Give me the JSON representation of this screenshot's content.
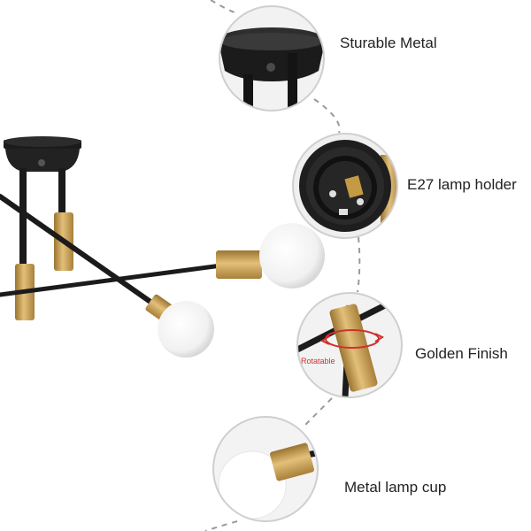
{
  "labels": {
    "sturable_metal": "Sturable Metal",
    "lamp_holder": "E27 lamp holder",
    "golden_finish": "Golden Finish",
    "lamp_cup": "Metal lamp cup"
  },
  "rotatable_tag": "Rotatable",
  "colors": {
    "brass": "#c49a45",
    "black": "#1b1b1b",
    "ring_border": "#cfcfcf",
    "dash": "#9a9a9a",
    "rotate_arrow": "#d0312d"
  }
}
